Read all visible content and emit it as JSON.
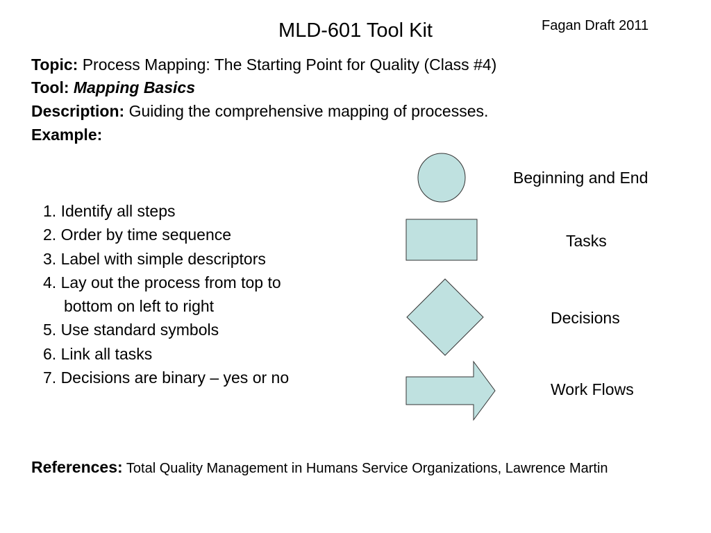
{
  "header": {
    "title": "MLD-601 Tool Kit",
    "draft_note": "Fagan Draft 2011"
  },
  "fields": {
    "topic_label": "Topic:",
    "topic_value": "Process Mapping: The Starting Point for Quality (Class #4)",
    "tool_label": "Tool:",
    "tool_value": "Mapping Basics",
    "description_label": "Description:",
    "description_value": "Guiding the comprehensive mapping of processes.",
    "example_label": "Example:"
  },
  "steps": [
    "1. Identify all steps",
    "2. Order by time sequence",
    "3. Label with simple descriptors",
    "4. Lay out the process from top to",
    "    bottom on left to right",
    "5. Use standard symbols",
    "6. Link all tasks",
    "7. Decisions are binary – yes or no"
  ],
  "legend": {
    "circle_label": "Beginning and End",
    "rect_label": "Tasks",
    "diamond_label": "Decisions",
    "arrow_label": "Work Flows"
  },
  "references": {
    "label": "References:",
    "text": "Total Quality Management in Humans Service Organizations, Lawrence Martin"
  },
  "colors": {
    "shape_fill": "#bfe1e0",
    "shape_stroke": "#333333"
  }
}
